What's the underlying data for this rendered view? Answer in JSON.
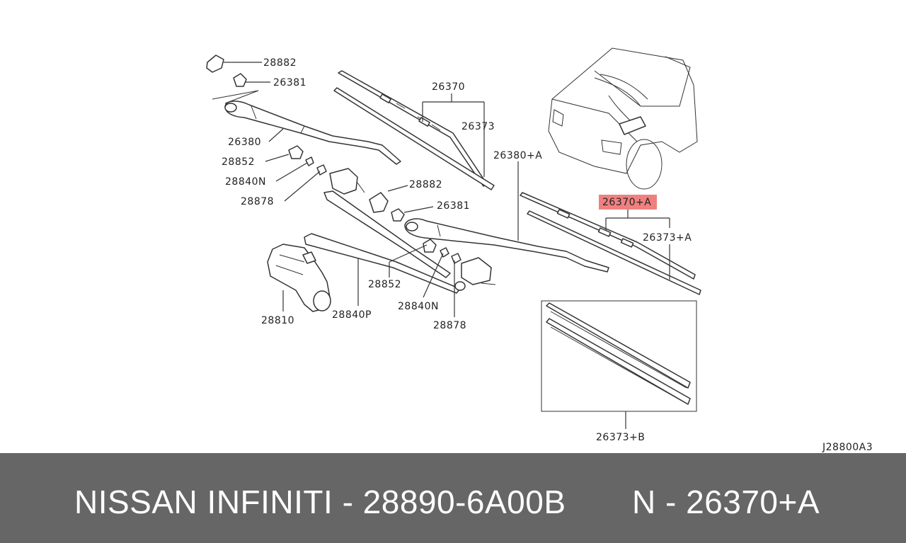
{
  "highlight_color": "#f08080",
  "labels": {
    "l28882a": "28882",
    "l26381a": "26381",
    "l26380": "26380",
    "l28852a": "28852",
    "l28840na": "28840N",
    "l28878a": "28878",
    "l26370": "26370",
    "l26373": "26373",
    "l26380a": "26380+A",
    "l28882b": "28882",
    "l26381b": "26381",
    "l26370a": "26370+A",
    "l26373a": "26373+A",
    "l28852b": "28852",
    "l28840nb": "28840N",
    "l28878b": "28878",
    "l28810": "28810",
    "l28840p": "28840P",
    "l26373b": "26373+B",
    "diagram_code": "J28800A3"
  },
  "caption": {
    "left": "NISSAN INFINITI - 28890-6A00B",
    "right": "N - 26370+A"
  }
}
